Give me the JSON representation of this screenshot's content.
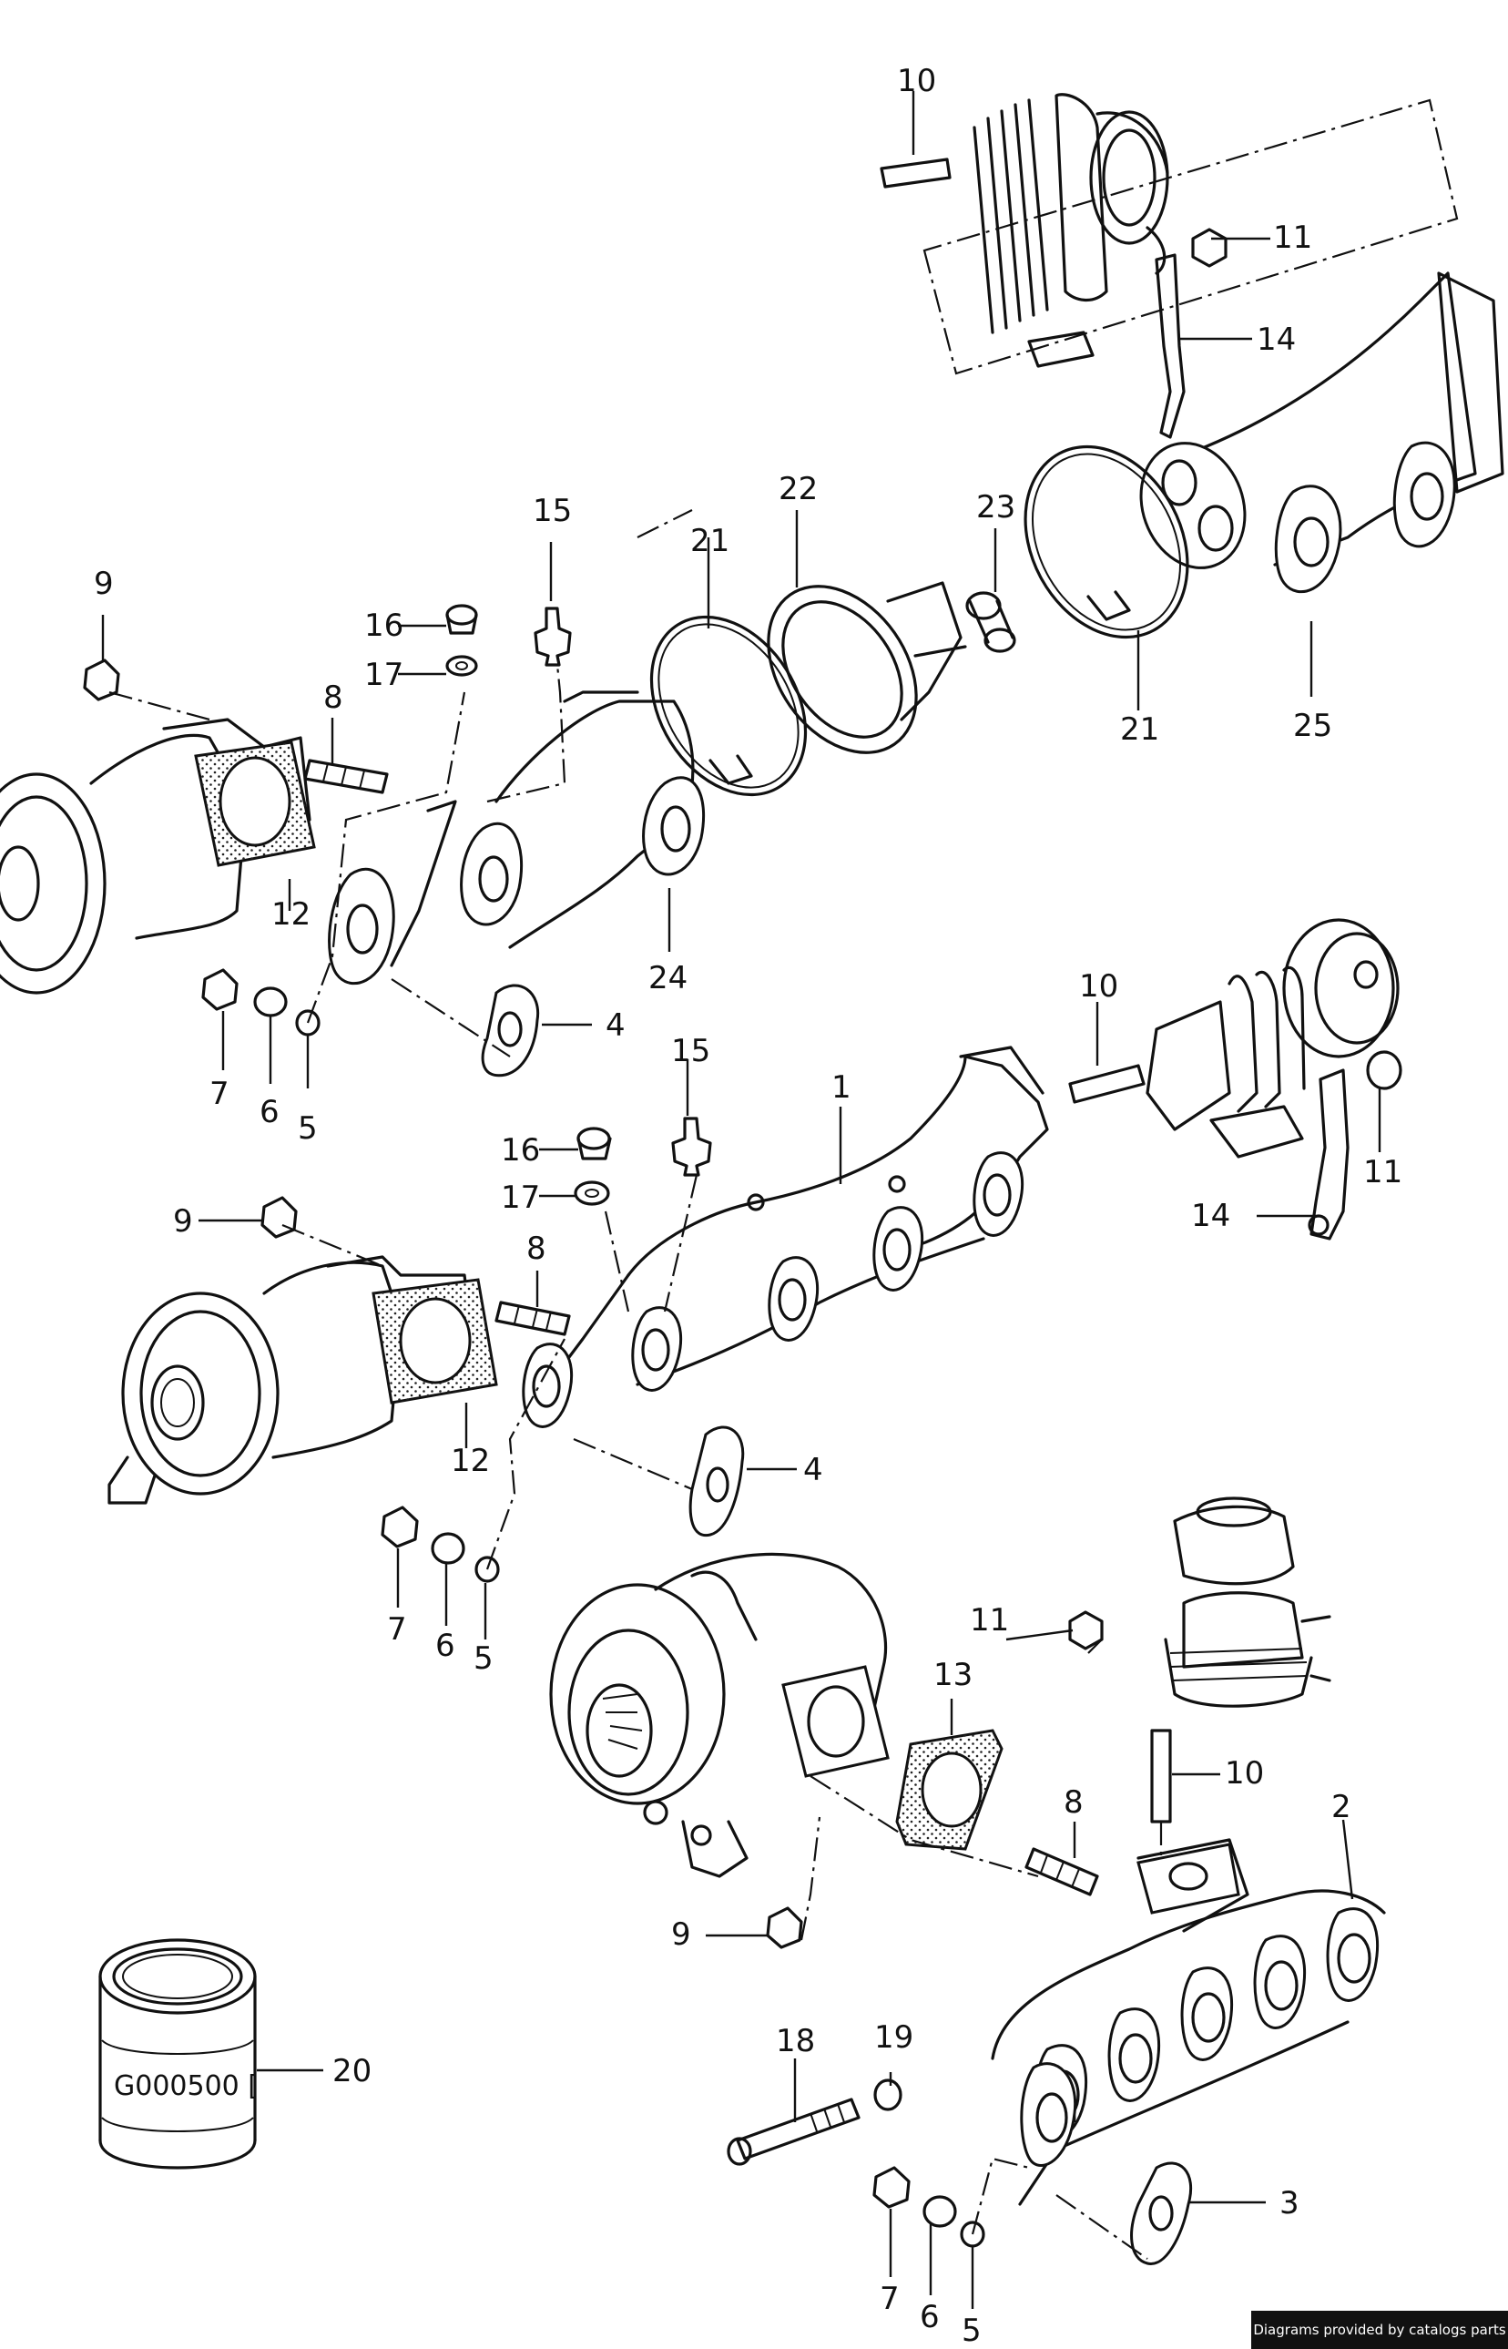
{
  "diagram": {
    "callouts": [
      "1",
      "2",
      "3",
      "4",
      "5",
      "6",
      "7",
      "8",
      "9",
      "10",
      "11",
      "12",
      "13",
      "14",
      "15",
      "16",
      "17",
      "18",
      "19",
      "20",
      "21",
      "22",
      "23",
      "24",
      "25"
    ],
    "stamp_text": "G000500 [",
    "icons": [
      "turbocharger",
      "exhaust-manifold",
      "gasket",
      "stud",
      "nut",
      "washer",
      "bolt",
      "clamp-ring",
      "hose",
      "sleeve",
      "sensor"
    ]
  },
  "credit": "Diagrams provided by catalogs parts"
}
